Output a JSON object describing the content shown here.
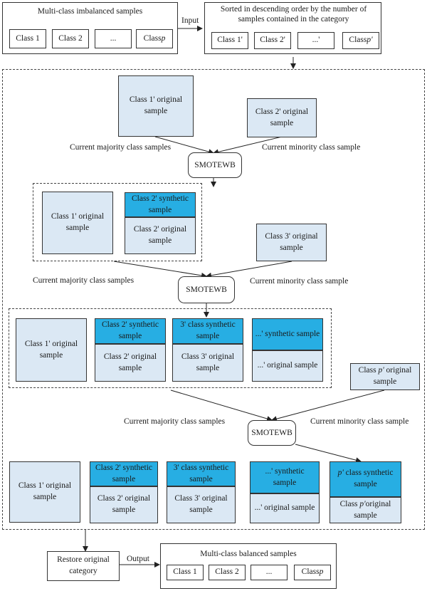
{
  "input_box": {
    "title": "Multi-class imbalanced samples",
    "classes": [
      "Class 1",
      "Class 2",
      "...",
      "Class "
    ],
    "p": "p"
  },
  "input_label": "Input",
  "sorted_box": {
    "title": "Sorted in descending order by the number of samples contained in the category",
    "classes": [
      "Class 1'",
      "Class 2'",
      "...'",
      "Class "
    ],
    "p": "p'"
  },
  "stage1": {
    "majority_node": "Class 1' original sample",
    "minority_node": "Class 2' original sample",
    "majority_label": "Current majority class samples",
    "minority_label": "Current minority class sample",
    "smote": "SMOTEWB"
  },
  "stage2": {
    "original": "Class 1' original sample",
    "synthetic": "Class 2' synthetic sample",
    "original2": "Class 2' original sample",
    "minority_node": "Class 3' original sample",
    "majority_label": "Current majority class samples",
    "minority_label": "Current minority class sample",
    "smote": "SMOTEWB"
  },
  "stage3": {
    "original": "Class 1' original sample",
    "syn2": "Class 2' synthetic sample",
    "orig2": "Class 2' original sample",
    "syn3": "3' class synthetic sample",
    "orig3": "Class 3' original sample",
    "synN": "...' synthetic sample",
    "origN": "...' original sample",
    "minority_prefix": "Class ",
    "minority_p": "p'",
    "minority_suffix": " original sample",
    "majority_label": "Current majority class samples",
    "minority_label": "Current minority class sample",
    "smote": "SMOTEWB"
  },
  "stage4": {
    "original": "Class 1' original sample",
    "syn2": "Class 2' synthetic sample",
    "orig2": "Class 2' original sample",
    "syn3": "3' class synthetic sample",
    "orig3": "Class 3' original sample",
    "synN": "...' synthetic sample",
    "origN": "...' original sample",
    "synP_p": "p'",
    "synP_rest": " class synthetic sample",
    "origP_prefix": "Class ",
    "origP_p": "p'",
    "origP_rest": "original sample"
  },
  "restore": "Restore original category",
  "output_label": "Output",
  "output_box": {
    "title": "Multi-class balanced samples",
    "classes": [
      "Class 1",
      "Class 2",
      "...",
      "Class "
    ],
    "p": "p"
  },
  "colors": {
    "light": "#dbe8f4",
    "dark": "#27aee3"
  }
}
